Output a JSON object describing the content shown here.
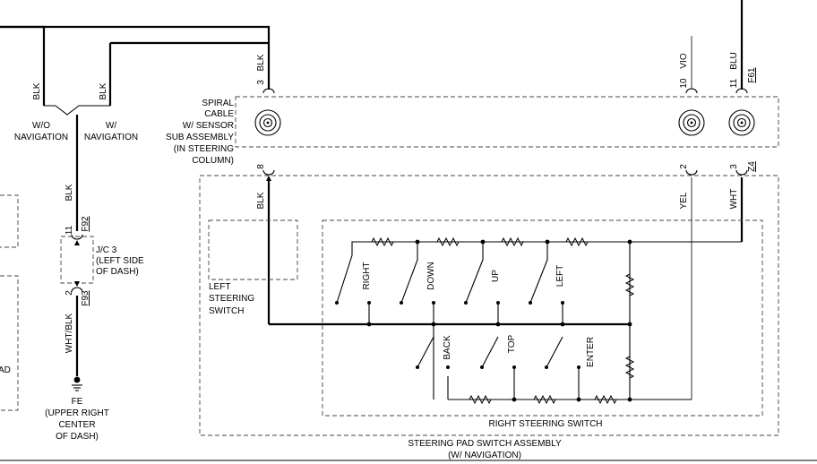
{
  "labels": {
    "wo_nav_l1": "W/O",
    "wo_nav_l2": "NAVIGATION",
    "w_nav_l1": "W/",
    "w_nav_l2": "NAVIGATION",
    "spiral_l1": "SPIRAL",
    "spiral_l2": "CABLE",
    "spiral_l3": "W/ SENSOR",
    "spiral_l4": "SUB ASSEMBLY",
    "spiral_l5": "(IN STEERING",
    "spiral_l6": "COLUMN)",
    "jc_l1": "J/C 3",
    "jc_l2": "(LEFT SIDE",
    "jc_l3": "OF DASH)",
    "fe_l1": "FE",
    "fe_l2": "(UPPER RIGHT",
    "fe_l3": "CENTER",
    "fe_l4": "OF DASH)",
    "left_sw_l1": "LEFT",
    "left_sw_l2": "STEERING",
    "left_sw_l3": "SWITCH",
    "right_sw": "RIGHT STEERING SWITCH",
    "assy_l1": "STEERING PAD SWITCH ASSEMBLY",
    "assy_l2": "(W/ NAVIGATION)",
    "edge_ad": "AD"
  },
  "wires": {
    "blk_wo_nav": "BLK",
    "blk_w_nav": "BLK",
    "blk_top": "BLK",
    "vio": "VIO",
    "blu": "BLU",
    "blk_jc": "BLK",
    "whtblk": "WHT/BLK",
    "blk_bottom": "BLK",
    "yel": "YEL",
    "wht": "WHT"
  },
  "pins": {
    "p3": "3",
    "p10": "10",
    "p11_top": "11",
    "p8": "8",
    "p2_spiral": "2",
    "p3_bottom": "3",
    "p11_jc": "11",
    "p2_jc": "2"
  },
  "connectors": {
    "f61": "F61",
    "z4": "Z4",
    "f92": "F92",
    "f93": "F93"
  },
  "switches": {
    "right": "RIGHT",
    "down": "DOWN",
    "up": "UP",
    "left": "LEFT",
    "back": "BACK",
    "top": "TOP",
    "enter": "ENTER"
  }
}
